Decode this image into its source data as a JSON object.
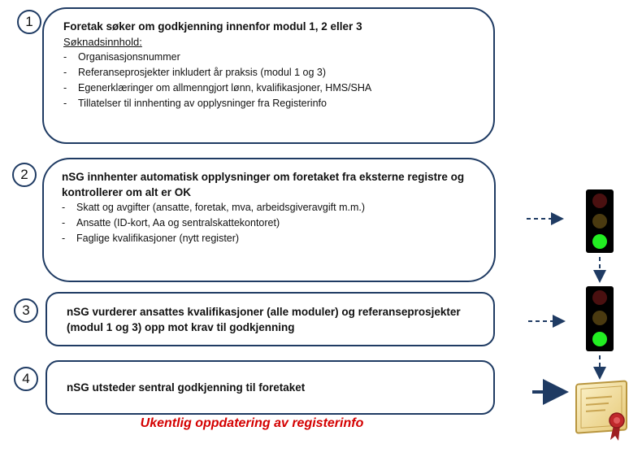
{
  "steps": [
    {
      "number": "1",
      "title": "Foretak søker om godkjenning innenfor modul 1, 2 eller 3",
      "subtitle": "Søknadsinnhold:",
      "items": [
        "Organisasjonsnummer",
        "Referanseprosjekter  inkludert år praksis (modul 1 og 3)",
        "Egenerklæringer  om allmenngjort lønn, kvalifikasjoner,  HMS/SHA",
        "Tillatelser  til innhenting av opplysninger fra Registerinfo"
      ]
    },
    {
      "number": "2",
      "title": "nSG innhenter automatisk opplysninger om foretaket fra eksterne registre og kontrollerer om alt er OK",
      "items": [
        "Skatt og avgifter (ansatte, foretak, mva,  arbeidsgiveravgift   m.m.)",
        "Ansatte (ID-kort, Aa og sentralskattekontoret)",
        "Faglige  kvalifikasjoner  (nytt register)"
      ]
    },
    {
      "number": "3",
      "title": "nSG vurderer ansattes kvalifikasjoner  (alle moduler) og referanseprosjekter (modul 1 og 3) opp mot krav til godkjenning"
    },
    {
      "number": "4",
      "title": "nSG utsteder sentral godkjenning til foretaket"
    }
  ],
  "footer_note": "Ukentlig oppdatering  av registerinfo",
  "traffic_lights": [
    {
      "red": "#4a1010",
      "yellow": "#4a3a10",
      "green": "#22ee22",
      "active": "green"
    },
    {
      "red": "#4a1010",
      "yellow": "#4a3a10",
      "green": "#22ee22",
      "active": "green"
    }
  ],
  "colors": {
    "box_border": "#1f3b63",
    "arrow": "#1f3b63",
    "footer_text": "#d40000",
    "certificate": "#f2e0a0",
    "seal": "#c0282b"
  },
  "icons": [
    "dashed-arrow-icon",
    "traffic-light-icon",
    "solid-arrow-icon",
    "certificate-icon"
  ]
}
